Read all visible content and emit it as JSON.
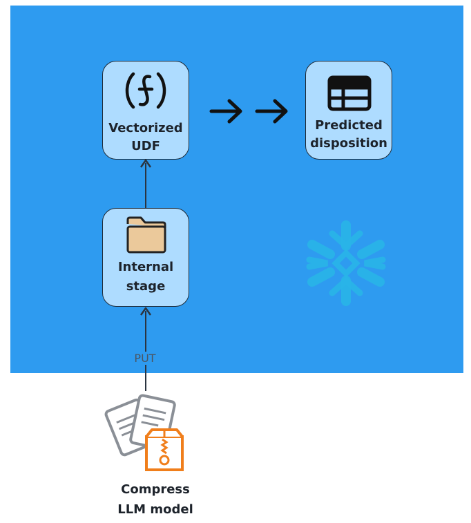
{
  "diagram": {
    "nodes": {
      "vectorized_udf": {
        "line1": "Vectorized",
        "line2": "UDF",
        "icon": "lambda-icon"
      },
      "predicted_disposition": {
        "line1": "Predicted",
        "line2": "disposition",
        "icon": "table-icon"
      },
      "internal_stage": {
        "line1": "Internal",
        "line2": "stage",
        "icon": "folder-icon"
      }
    },
    "edge_label": "PUT",
    "source": {
      "line1": "Compress",
      "line2": "LLM model",
      "icon": "compressed-documents-icon"
    },
    "watermark": "snowflake-logo"
  },
  "colors": {
    "background_panel": "#2E9BF0",
    "node_fill": "#AEDCFF",
    "folder_fill": "#EBC99B",
    "archive_orange": "#F07E1B",
    "logo": "#29B5E8"
  }
}
